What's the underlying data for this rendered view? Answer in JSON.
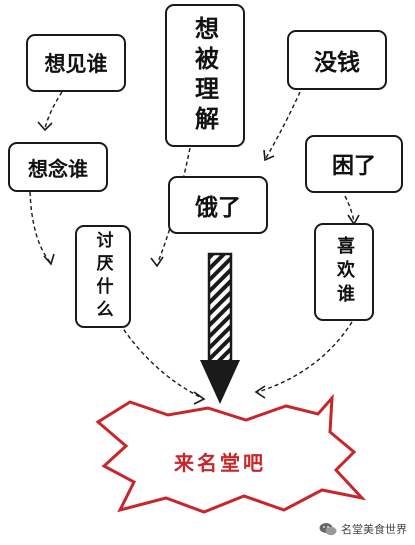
{
  "nodes": {
    "n1": "想见谁",
    "n2": "想被理解",
    "n3": "没钱",
    "n4": "想念谁",
    "n5": "困了",
    "n6": "饿了",
    "n7": "讨厌什么",
    "n8": "喜欢谁"
  },
  "result_label": "来名堂吧",
  "watermark": "名堂美食世界",
  "colors": {
    "accent": "#c8262b",
    "stroke": "#1a1a1a"
  },
  "icons": {
    "watermark_icon": "wechat-icon"
  }
}
